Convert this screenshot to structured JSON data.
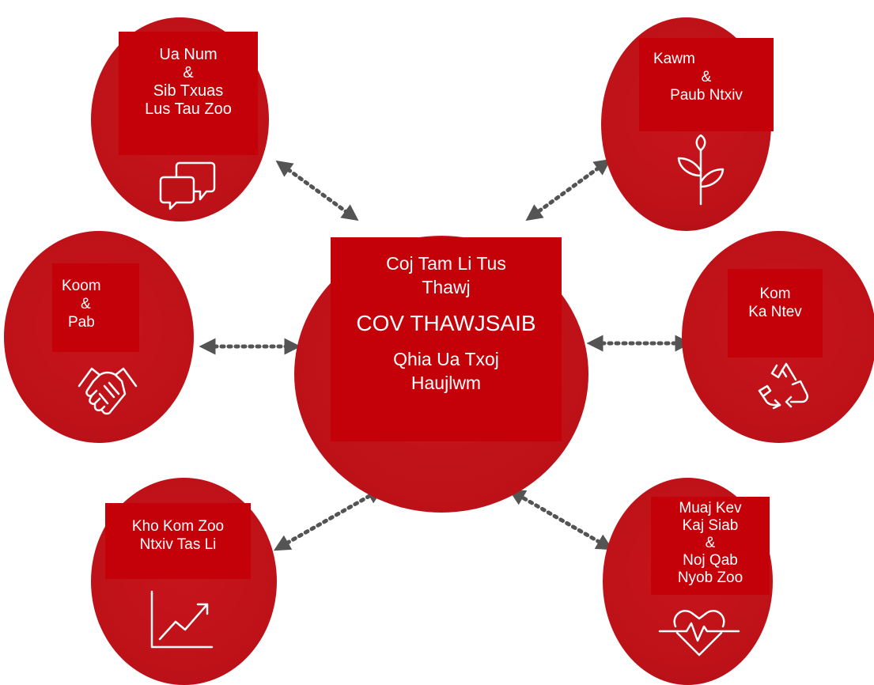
{
  "center": {
    "line1": "Coj Tam Li Tus",
    "line2": "Thawj",
    "title": "COV THAWJSAIB",
    "line3": "Qhia Ua Txoj",
    "line4": "Haujlwm"
  },
  "nodes": [
    {
      "lines": [
        "Ua Num",
        "&",
        "Sib Txuas",
        "Lus Tau Zoo"
      ],
      "icon": "chat-bubbles-icon"
    },
    {
      "lines": [
        "Kawm",
        "&",
        "Paub Ntxiv"
      ],
      "icon": "sprout-icon"
    },
    {
      "lines": [
        "Koom",
        "&",
        "Pab"
      ],
      "icon": "handshake-icon"
    },
    {
      "lines": [
        "Kom",
        "Ka Ntev"
      ],
      "icon": "recycle-icon"
    },
    {
      "lines": [
        "Kho Kom Zoo",
        "Ntxiv Tas Li"
      ],
      "icon": "growth-chart-icon"
    },
    {
      "lines": [
        "Muaj Kev",
        "Kaj Siab",
        "&",
        "Noj Qab",
        "Nyob Zoo"
      ],
      "icon": "heart-pulse-icon"
    }
  ],
  "colors": {
    "circle": "#bd1118",
    "label_box": "#c40008",
    "text": "#ffffff",
    "arrow": "#545454",
    "background": "#ffffff"
  }
}
